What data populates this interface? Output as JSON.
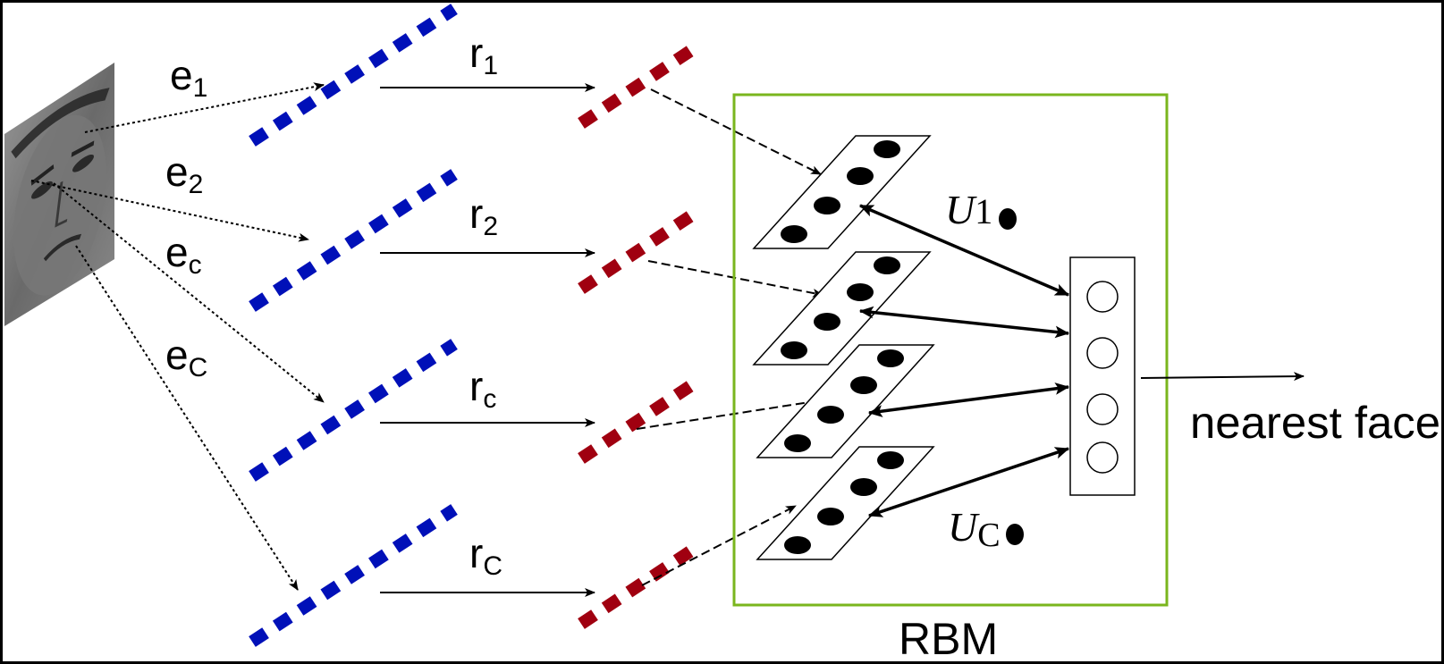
{
  "labels": {
    "e1_base": "e",
    "e1_sub": "1",
    "e2_base": "e",
    "e2_sub": "2",
    "ec_base": "e",
    "ec_sub": "c",
    "eC_base": "e",
    "eC_sub": "C",
    "r1_base": "r",
    "r1_sub": "1",
    "r2_base": "r",
    "r2_sub": "2",
    "rc_base": "r",
    "rc_sub": "c",
    "rC_base": "r",
    "rC_sub": "C",
    "u1_base": "U",
    "u1_sub": "1",
    "uC_base": "U",
    "uC_sub": "C",
    "rbm": "RBM",
    "output": "nearest face"
  },
  "colors": {
    "blue_vector": "#0010b8",
    "red_vector": "#a00010",
    "rbm_box": "#7ab61e",
    "ink": "#000000",
    "border": "#000000"
  },
  "icons": {
    "face": "face-photo",
    "visible_unit": "filled-ellipse",
    "hidden_unit": "hollow-circle"
  }
}
